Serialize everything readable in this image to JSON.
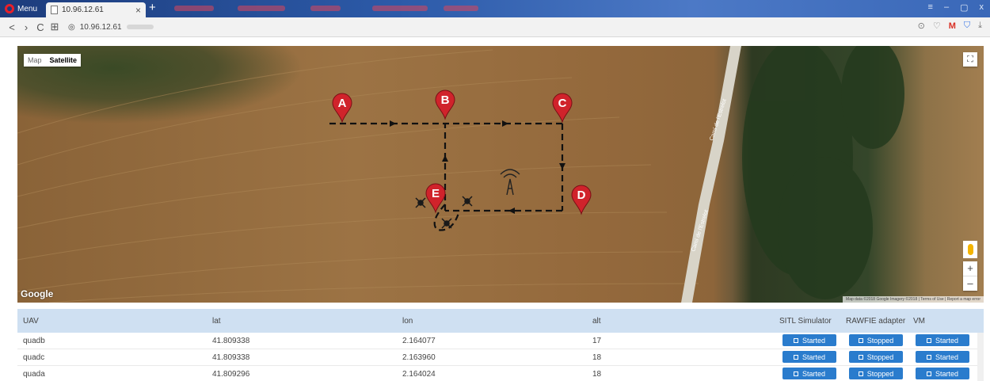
{
  "browser": {
    "menu_label": "Menu",
    "tab_title": "10.96.12.61",
    "tab_close": "×",
    "new_tab": "+",
    "url": "10.96.12.61",
    "back": "<",
    "forward": "›",
    "reload": "C",
    "speed_dial": "⊞",
    "site_info": "◎",
    "window_controls": [
      "≡",
      "–",
      "▢",
      "x"
    ],
    "right_icons": [
      "⊙",
      "♡",
      "M",
      "⛉",
      "⤓"
    ]
  },
  "map": {
    "type_options": [
      "Map",
      "Satellite"
    ],
    "active_type": "Satellite",
    "google_label": "Google",
    "attribution": "Map data ©2018 Google Imagery ©2018 | Terms of Use | Report a map error",
    "road_labels": [
      "Camí de l'Estrelot",
      "Camí de l'Estrelot"
    ],
    "waypoints": [
      "A",
      "B",
      "C",
      "D",
      "E"
    ],
    "zoom_in": "+",
    "zoom_out": "–",
    "fullscreen": "⛶",
    "accent_marker": "#d0232b",
    "path_color": "#111111"
  },
  "table": {
    "headers": [
      "UAV",
      "lat",
      "lon",
      "alt",
      "SITL Simulator",
      "RAWFIE adapter",
      "VM"
    ],
    "rows": [
      {
        "uav": "quadb",
        "lat": "41.809338",
        "lon": "2.164077",
        "alt": "17",
        "sitl": "Started",
        "rawfie": "Stopped",
        "vm": "Started"
      },
      {
        "uav": "quadc",
        "lat": "41.809338",
        "lon": "2.163960",
        "alt": "18",
        "sitl": "Started",
        "rawfie": "Stopped",
        "vm": "Started"
      },
      {
        "uav": "quada",
        "lat": "41.809296",
        "lon": "2.164024",
        "alt": "18",
        "sitl": "Started",
        "rawfie": "Stopped",
        "vm": "Started"
      }
    ],
    "button_color": "#2a7ccd"
  }
}
